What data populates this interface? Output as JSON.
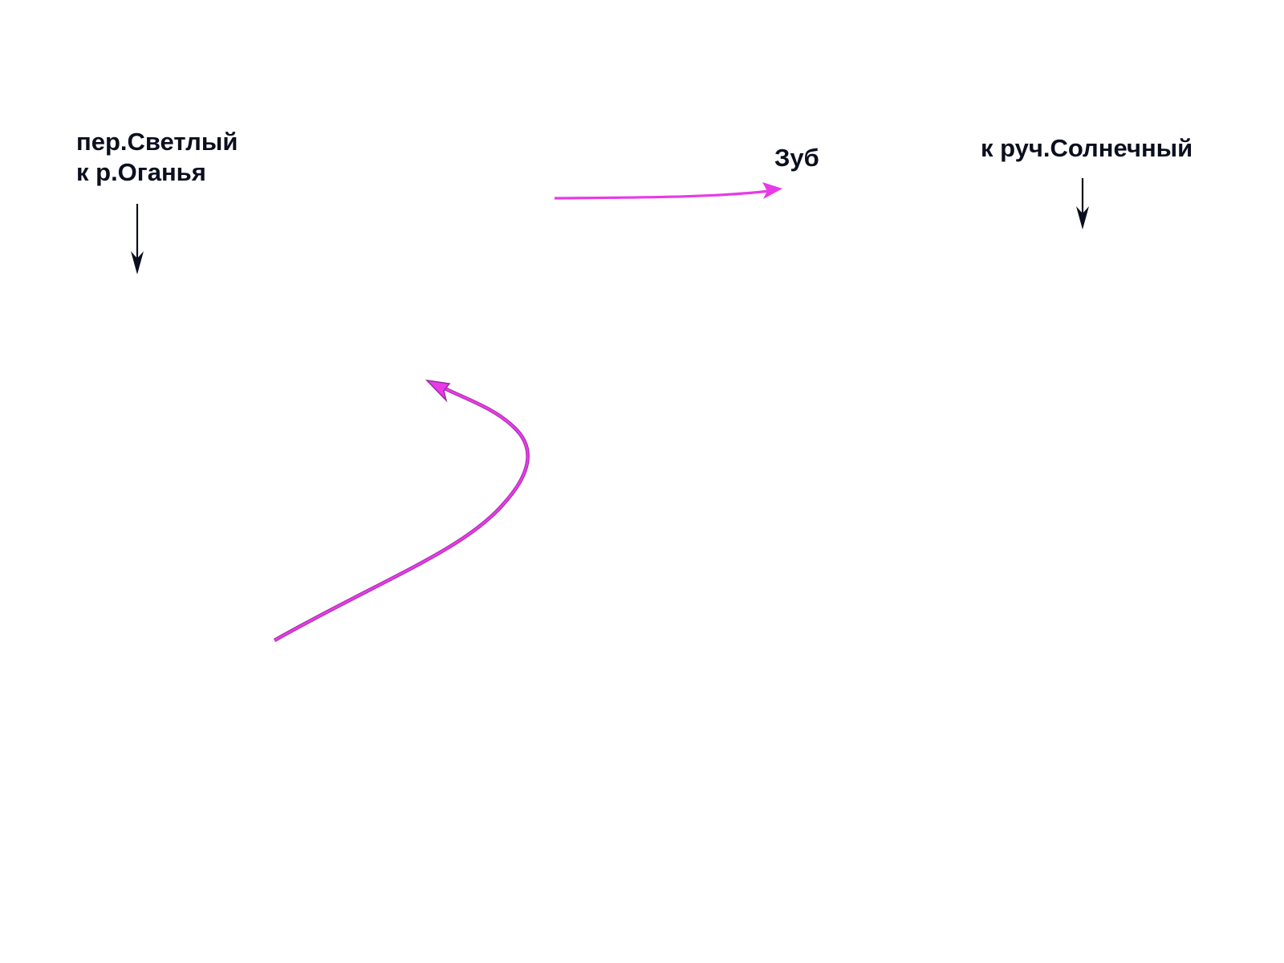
{
  "labels": {
    "pass": {
      "line1": "пер.Светлый",
      "line2": "к р.Оганья"
    },
    "peak": "Зуб",
    "creek": "к руч.Солнечный"
  },
  "colors": {
    "route": "#e83ae8",
    "route_outline": "#9a2aa0",
    "direction_arrow": "#0a0f1e",
    "text": "#0a0f1e",
    "background": "#ffffff"
  }
}
